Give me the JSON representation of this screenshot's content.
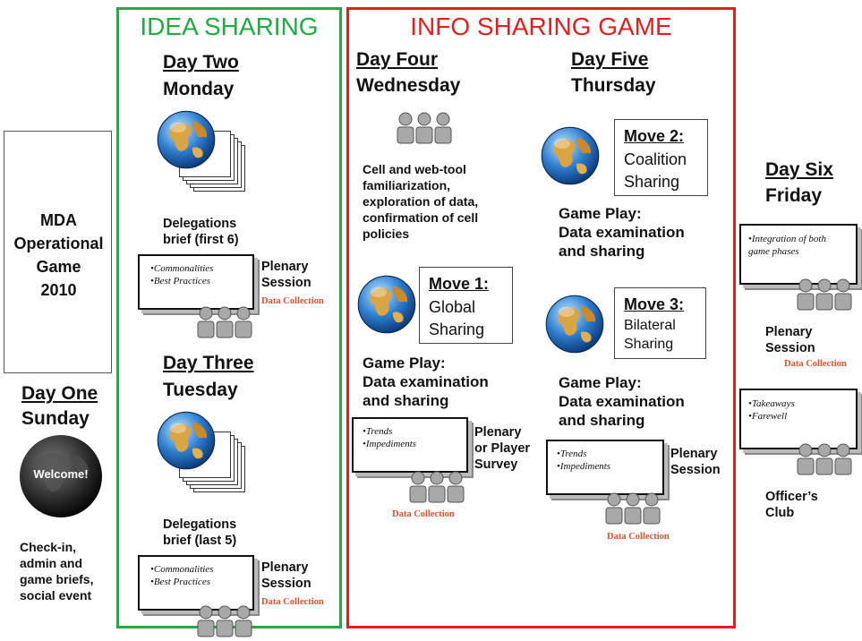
{
  "left": {
    "title_lines": [
      "MDA",
      "Operational",
      "Game",
      "2010"
    ],
    "day": "Day One",
    "weekday": "Sunday",
    "globe_text": "Welcome!",
    "desc": [
      "Check-in,",
      "admin and",
      "game briefs,",
      "social event"
    ]
  },
  "idea": {
    "header": "IDEA SHARING",
    "color": "#22aa44",
    "day_two": {
      "day": "Day Two",
      "weekday": "Monday",
      "desc": [
        "Delegations",
        "brief (first 6)"
      ],
      "bullets": [
        "•Commonalities",
        "•Best Practices"
      ],
      "plenary": [
        "Plenary",
        "Session"
      ],
      "data_collection": "Data Collection"
    },
    "day_three": {
      "day": "Day Three",
      "weekday": "Tuesday",
      "desc": [
        "Delegations",
        "brief (last 5)"
      ],
      "bullets": [
        "•Commonalities",
        "•Best Practices"
      ],
      "plenary": [
        "Plenary",
        "Session"
      ],
      "data_collection": "Data Collection"
    }
  },
  "info": {
    "header": "INFO SHARING GAME",
    "color": "#e02020",
    "day_four": {
      "day": "Day Four",
      "weekday": "Wednesday",
      "desc": [
        "Cell and web-tool",
        "familiarization,",
        "exploration of data,",
        "confirmation of cell",
        "policies"
      ],
      "move1": {
        "title": "Move 1:",
        "lines": [
          "Global",
          "Sharing"
        ]
      },
      "game_play": [
        "Game Play:",
        "Data examination",
        "and sharing"
      ],
      "bullets": [
        "•Trends",
        "•Impediments"
      ],
      "plenary": [
        "Plenary",
        "or Player",
        "Survey"
      ],
      "data_collection": "Data Collection"
    },
    "day_five": {
      "day": "Day Five",
      "weekday": "Thursday",
      "move2": {
        "title": "Move 2:",
        "lines": [
          "Coalition",
          "Sharing"
        ]
      },
      "game_play_a": [
        "Game Play:",
        "Data examination",
        "and sharing"
      ],
      "move3": {
        "title": "Move 3:",
        "lines": [
          "Bilateral",
          "Sharing"
        ]
      },
      "game_play_b": [
        "Game Play:",
        "Data examination",
        "and sharing"
      ],
      "bullets": [
        "•Trends",
        "•Impediments"
      ],
      "plenary": [
        "Plenary",
        "Session"
      ],
      "data_collection": "Data Collection"
    }
  },
  "right": {
    "day": "Day Six",
    "weekday": "Friday",
    "slide1": [
      "•Integration of both",
      "game phases"
    ],
    "plenary": [
      "Plenary",
      "Session"
    ],
    "data_collection": "Data Collection",
    "slide2": [
      "•Takeaways",
      "•Farewell"
    ],
    "club": [
      "Officer’s",
      "Club"
    ]
  }
}
